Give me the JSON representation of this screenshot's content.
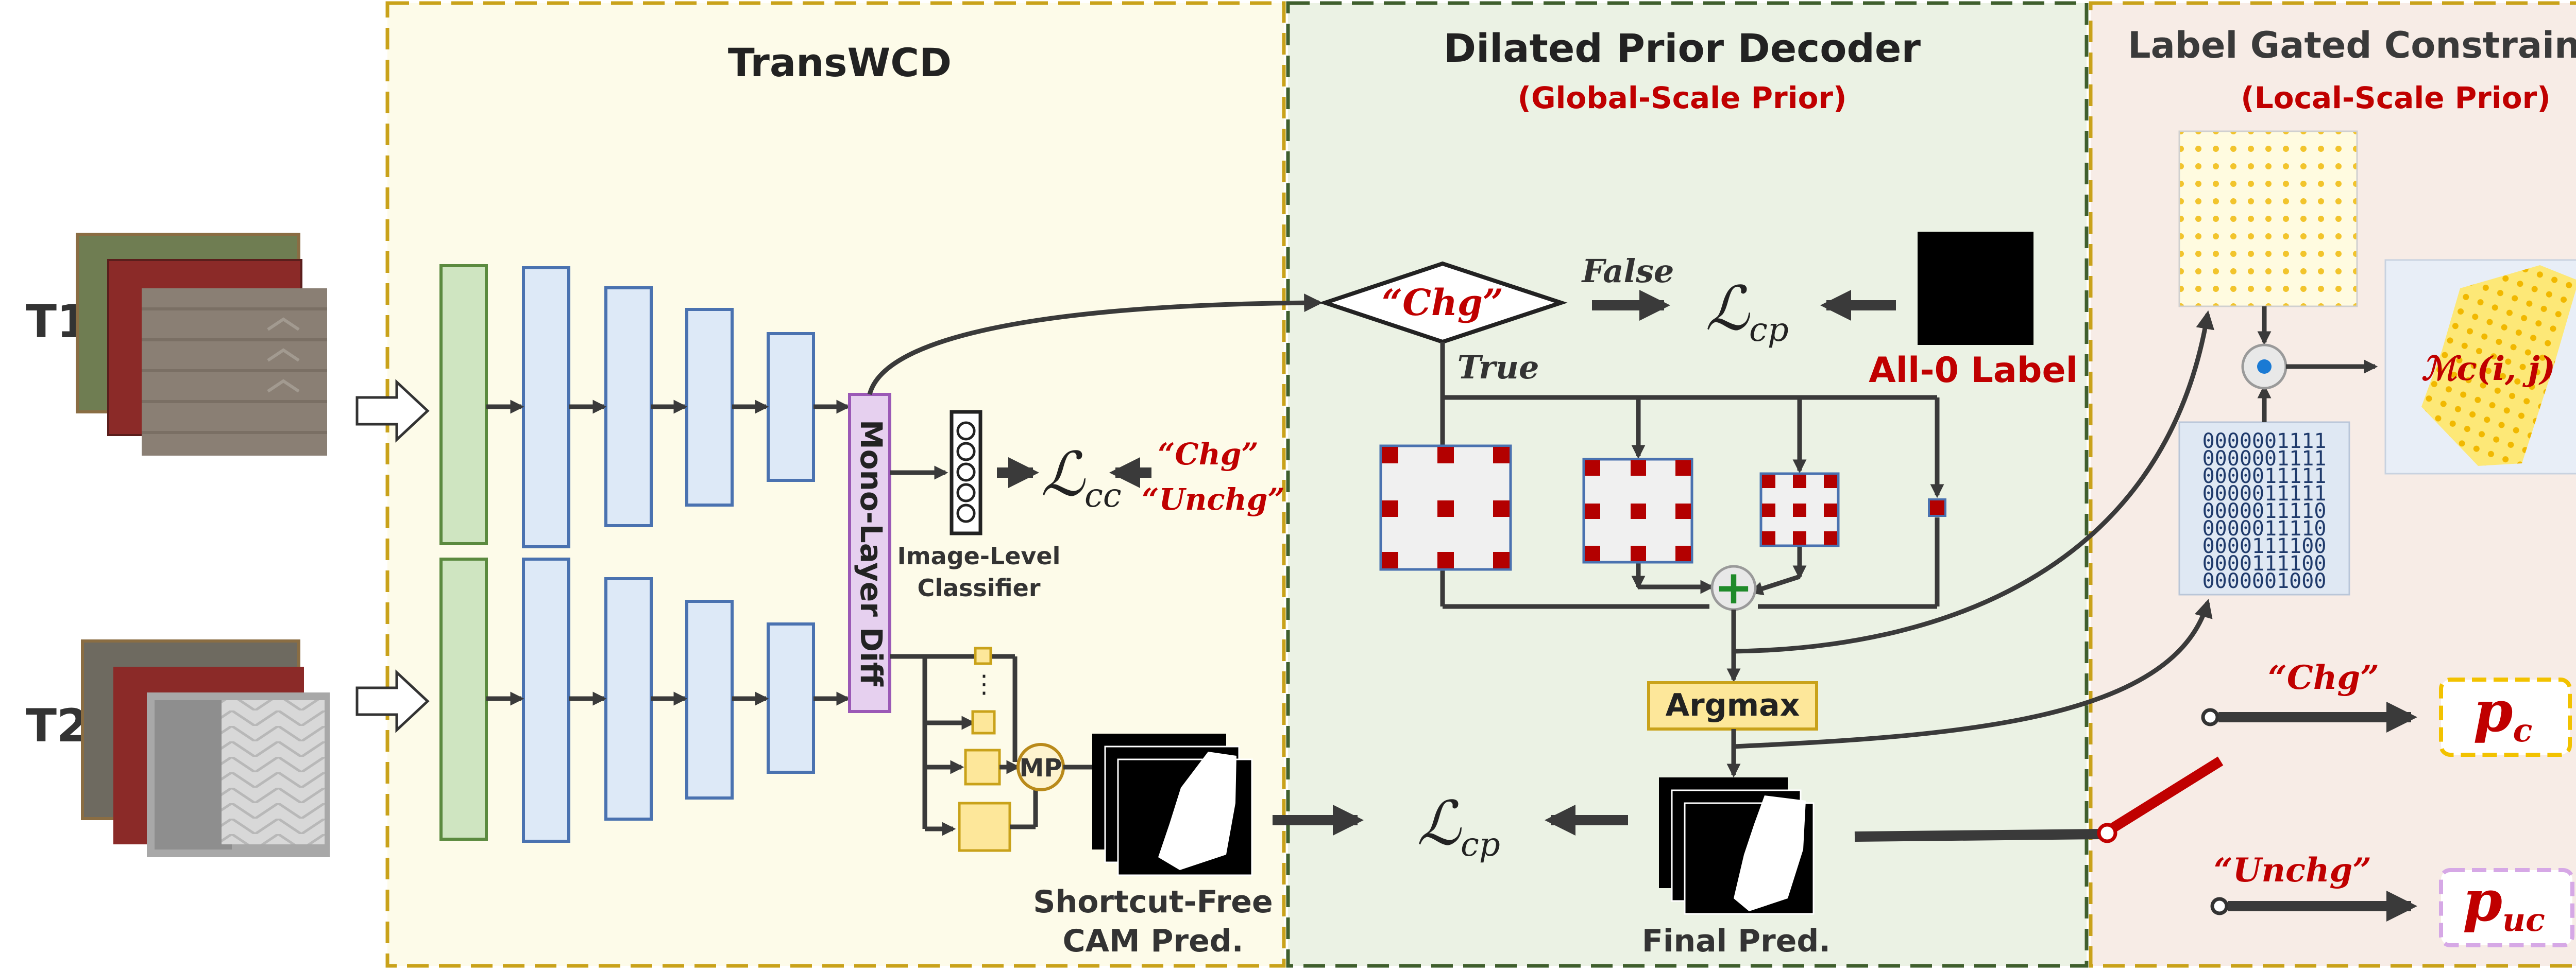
{
  "input_labels": [
    "T1",
    "T2"
  ],
  "transwcd": {
    "title": "TransWCD",
    "diff_label": "Mono-Layer Diff",
    "classifier_label_line1": "Image-Level",
    "classifier_label_line2": "Classifier",
    "loss_cc_base": "ℒ",
    "loss_cc_sub": "cc",
    "chg_label": "“Chg”",
    "unchg_label": "“Unchg”",
    "mp_label": "MP",
    "cam_label_line1": "Shortcut-Free",
    "cam_label_line2": "CAM Pred."
  },
  "decoder": {
    "title": "Dilated Prior Decoder",
    "subtitle": "(Global-Scale Prior)",
    "diamond_label": "“Chg”",
    "false_label": "False",
    "true_label": "True",
    "loss_cp_base": "ℒ",
    "loss_cp_sub": "cp",
    "all0_label": "All-0 Label",
    "argmax_label": "Argmax",
    "final_label": "Final Pred.",
    "plus_symbol": "+"
  },
  "constraint": {
    "title": "Label Gated Constraint",
    "title_symbol_base": "L",
    "title_symbol_sub": "lg",
    "subtitle": "(Local-Scale Prior)",
    "mask_label": "ℳc(i, j)",
    "binary_matrix": [
      "0000001111",
      "0000001111",
      "0000011111",
      "0000011111",
      "0000011110",
      "0000011110",
      "0000111100",
      "0000111100",
      "0000001000"
    ],
    "chg_label": "“Chg”",
    "unchg_label": "“Unchg”",
    "pc_base": "p",
    "pc_sub": "c",
    "puc_base": "p",
    "puc_sub": "uc"
  },
  "colors": {
    "transwcd_bg": "#fdfbe9",
    "decoder_bg": "#ebf2e4",
    "constraint_bg": "#f7ece6",
    "dash_gold": "#c9a21a",
    "dash_green": "#3f5f2d",
    "accent_red": "#c00000",
    "stage_green": "#cfe5c1",
    "stage_blue": "#dde9f7",
    "diff_purple": "#e6d0ef",
    "feature_yellow": "#fde79a"
  }
}
